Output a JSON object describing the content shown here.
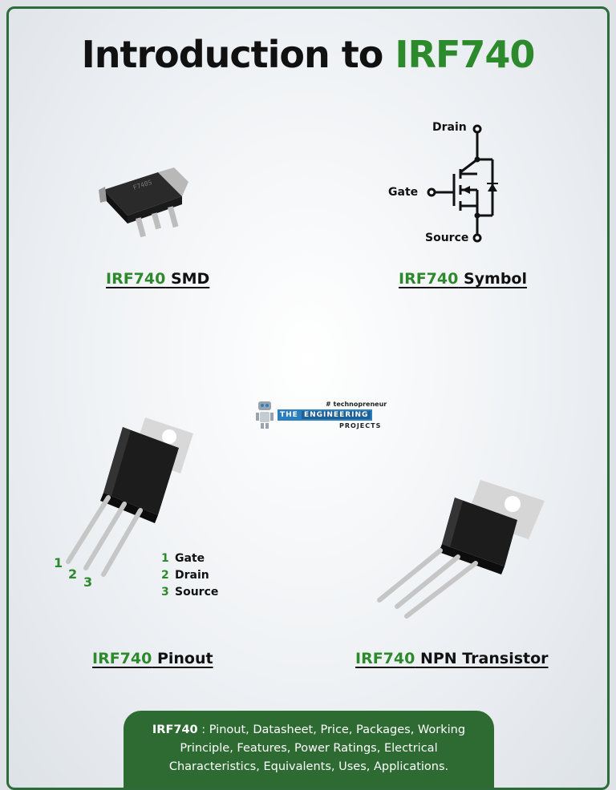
{
  "title": {
    "prefix": "Introduction to ",
    "highlight": "IRF740"
  },
  "captions": {
    "smd": {
      "part": "IRF740",
      "rest": " SMD"
    },
    "symbol": {
      "part": "IRF740",
      "rest": " Symbol"
    },
    "pinout": {
      "part": "IRF740",
      "rest": " Pinout"
    },
    "npn": {
      "part": "IRF740",
      "rest": " NPN Transistor"
    }
  },
  "symbol_labels": {
    "drain": "Drain",
    "gate": "Gate",
    "source": "Source"
  },
  "pin_numbers": [
    "1",
    "2",
    "3"
  ],
  "pin_legend": [
    {
      "num": "1",
      "name": "Gate"
    },
    {
      "num": "2",
      "name": "Drain"
    },
    {
      "num": "3",
      "name": "Source"
    }
  ],
  "logo": {
    "tagline": "# technopreneur",
    "the": "THE",
    "engineering": "ENGINEERING",
    "projects": "PROJECTS"
  },
  "banner": {
    "bold": "IRF740",
    "line1": "  : Pinout, Datasheet, Price, Packages, Working",
    "line2": "Principle, Features, Power Ratings, Electrical",
    "line3": "Characteristics, Equivalents, Uses, Applications."
  },
  "colors": {
    "accent": "#2c8a2c",
    "banner": "#2e6b32",
    "border": "#2e6b3a"
  }
}
